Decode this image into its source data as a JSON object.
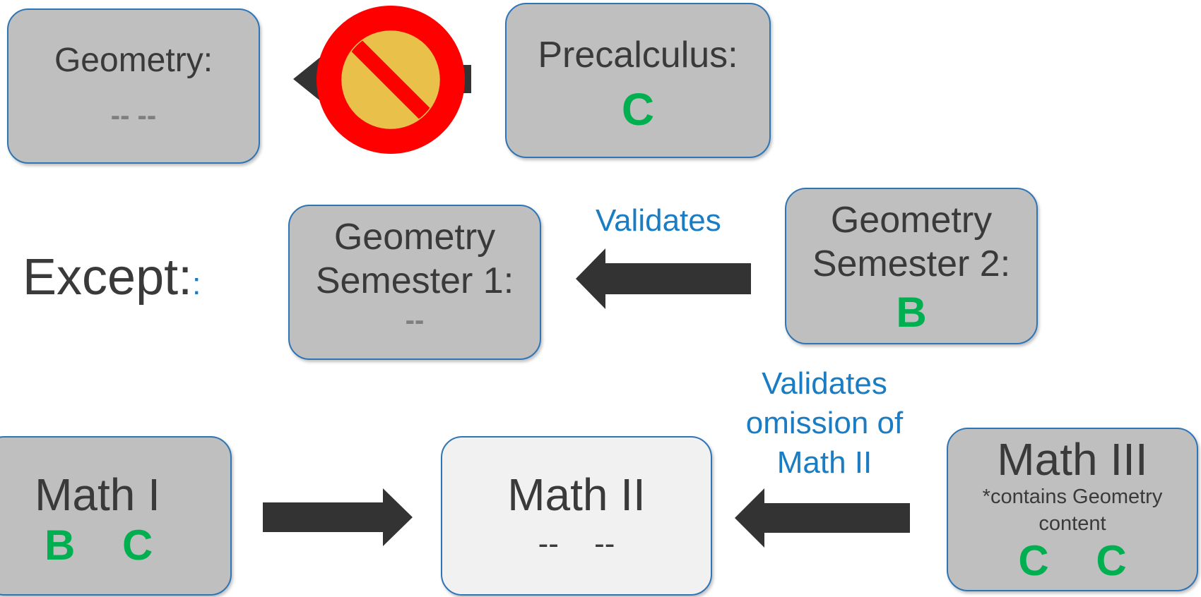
{
  "row1": {
    "geometry": {
      "title": "Geometry:",
      "grades": "-- --"
    },
    "precalc": {
      "title": "Precalculus:",
      "grade": "C"
    }
  },
  "row2": {
    "except_label": "Except:",
    "except_mark": ":",
    "sem1": {
      "line1": "Geometry",
      "line2": "Semester 1:",
      "grade": "--"
    },
    "validates": "Validates",
    "sem2": {
      "line1": "Geometry",
      "line2": "Semester 2:",
      "grade": "B"
    }
  },
  "row3": {
    "math1": {
      "title": "Math I",
      "grade1": "B",
      "grade2": "C"
    },
    "math2": {
      "title": "Math II",
      "grade1": "--",
      "grade2": "--"
    },
    "validates_omission": {
      "line1": "Validates",
      "line2": "omission of",
      "line3": "Math II"
    },
    "math3": {
      "title": "Math III",
      "note1": "*contains Geometry",
      "note2": "content",
      "grade1": "C",
      "grade2": "C"
    }
  },
  "colors": {
    "box_fill": "#bfbfbf",
    "box_light_fill": "#f1f1f1",
    "box_border": "#2e75b6",
    "grade_green": "#00b050",
    "label_blue": "#1a7dc4",
    "arrow": "#333333",
    "prohibit_red": "#ff0000"
  },
  "icons": {
    "no_sign": "prohibited-icon"
  }
}
